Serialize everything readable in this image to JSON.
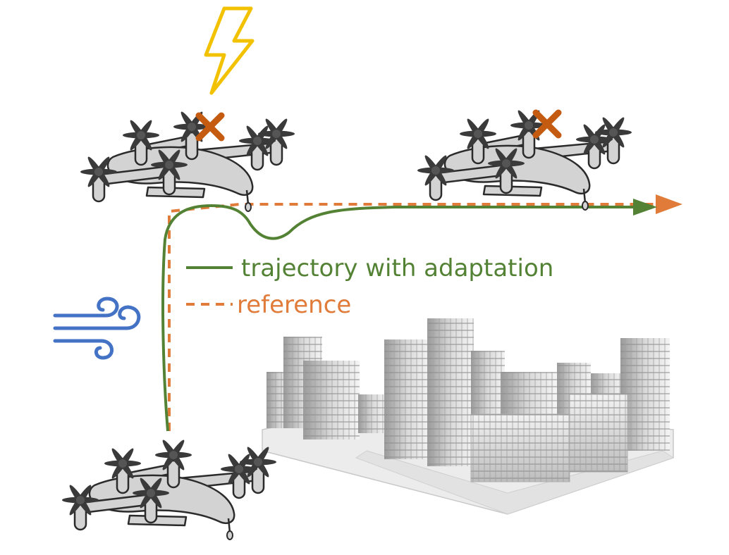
{
  "legend": {
    "items": [
      {
        "id": "adaptation",
        "label": "trajectory with adaptation",
        "style": "solid",
        "color": "#548235"
      },
      {
        "id": "reference",
        "label": "reference",
        "style": "dashed",
        "color": "#E07B39"
      }
    ]
  },
  "colors": {
    "trajectory": "#548235",
    "reference": "#E07B39",
    "fault_marker": "#C55A11",
    "lightning": "#F2C200",
    "wind": "#4472C4",
    "drone_body": "#d3d3d3",
    "drone_outline": "#2b2b2b"
  },
  "icons": [
    "lightning-icon",
    "fault-x-icon",
    "wind-icon",
    "evtol-drone-icon",
    "city-buildings-icon"
  ]
}
